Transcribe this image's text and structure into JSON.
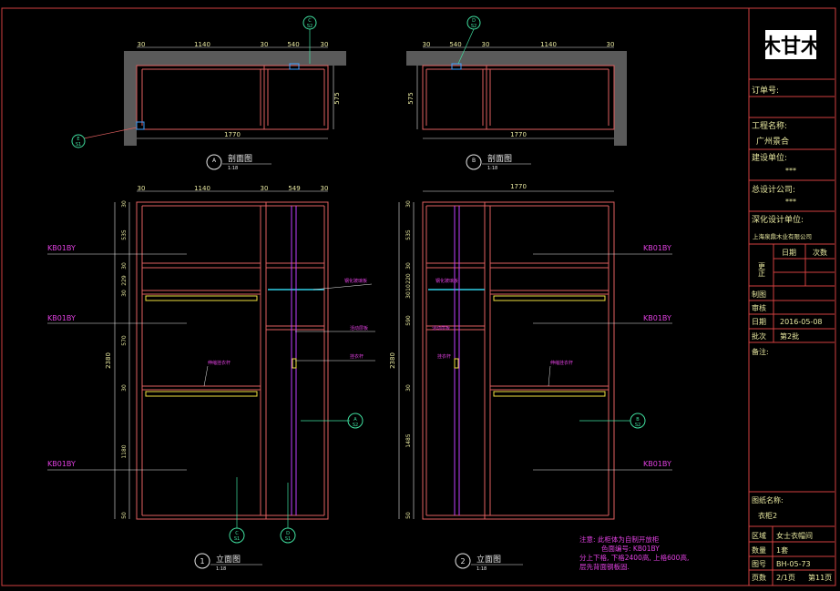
{
  "title_block": {
    "logo_text": "木甘木",
    "order_no_label": "订单号:",
    "project_name_label": "工程名称:",
    "project_name": "广州景合",
    "construction_unit_label": "建设单位:",
    "construction_unit": "***",
    "general_design_label": "总设计公司:",
    "general_design": "***",
    "deepening_unit_label": "深化设计单位:",
    "deepening_unit": "上海泉鼎木业有限公司",
    "date_header": "日期",
    "times_header": "次数",
    "revision_label": "更正",
    "draw_label": "制图",
    "review_label": "审核",
    "date_label": "日期",
    "date_value": "2016-05-08",
    "batch_label": "批次",
    "batch_value": "第2批",
    "remark_label": "备注:",
    "drawing_name_label": "图纸名称:",
    "drawing_name": "衣柜2",
    "area_label": "区域",
    "area_value": "女士衣帽间",
    "qty_label": "数量",
    "qty_value": "1套",
    "drawing_no_label": "图号",
    "drawing_no_value": "BH-05-73",
    "page_label": "页数",
    "page_value": "2/1页",
    "page_total": "第11页"
  },
  "plan_top": {
    "a_dims": [
      "30",
      "1140",
      "30",
      "540",
      "30"
    ],
    "a_depth": "575",
    "a_total": "1770",
    "b_dims": [
      "30",
      "540",
      "30",
      "1140",
      "30"
    ],
    "b_depth": "575",
    "b_total": "1770",
    "callout_c_top": "C",
    "callout_c_bottom": "S2",
    "callout_d_top": "D",
    "callout_d_bottom": "S2",
    "callout_e_top": "E",
    "callout_e_bottom": "S1"
  },
  "sections": {
    "a_letter": "A",
    "a_label": "剖面图",
    "a_scale": "1:18",
    "b_letter": "B",
    "b_label": "剖面图",
    "b_scale": "1:18"
  },
  "elev1": {
    "top_dims": [
      "30",
      "1140",
      "30",
      "549",
      "30"
    ],
    "height_total": "2380",
    "v_dims": [
      "30",
      "535",
      "30",
      "229",
      "30",
      "570",
      "30",
      "1180",
      "50"
    ],
    "kb_labels": [
      "KB01BY",
      "KB01BY",
      "KB01BY"
    ],
    "note_glass_shelf": "钢化玻璃板",
    "note_drawer": "活动层板",
    "note_rail": "挂衣杆",
    "note_hanger": "伸缩挂衣杆",
    "elev_no": "1",
    "elev_label": "立面图",
    "elev_scale": "1:18",
    "callout_a": "A",
    "callout_a_bottom": "S2",
    "callout_b": "C",
    "callout_b_bottom": "S1",
    "callout_c": "D",
    "callout_c_bottom": "S1"
  },
  "elev2": {
    "top_total": "1770",
    "height_total": "2380",
    "v_dims": [
      "30",
      "535",
      "30",
      "220",
      "10",
      "30",
      "590",
      "30",
      "1485",
      "50"
    ],
    "kb_labels": [
      "KB01BY",
      "KB01BY",
      "KB01BY"
    ],
    "note_glass_shelf": "钢化玻璃板",
    "note_drawer": "活动层板",
    "note_rail": "挂衣杆",
    "note_hanger": "伸缩挂衣杆",
    "elev_no": "2",
    "elev_label": "立面图",
    "elev_scale": "1:18",
    "callout_b": "B",
    "callout_b_bottom": "S2"
  },
  "notes": {
    "line1": "注意: 此柜体为自制开放柜",
    "line2": "色面编号: KB01BY",
    "line3": "分上下格, 下格2400高, 上格600高,",
    "line4": "层先背面钢板固."
  }
}
